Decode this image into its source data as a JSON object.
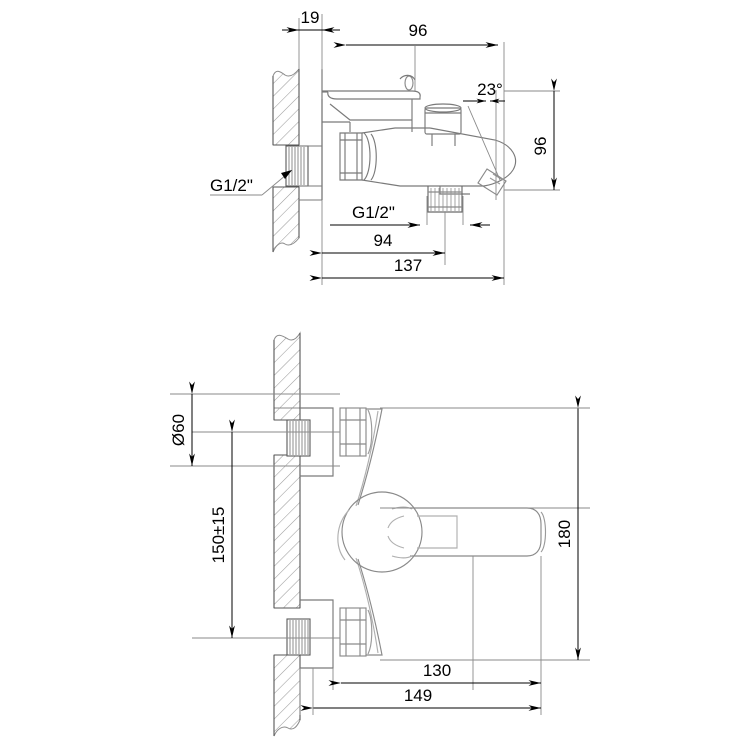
{
  "drawing": {
    "title": "Wall-mounted bath mixer tap technical drawing",
    "sheet_width": 750,
    "sheet_height": 750,
    "line_color": "#1a1a1a",
    "thin_line_color": "#7a7a7a",
    "hatch_color": "#9a9a9a",
    "background": "#ffffff"
  },
  "views": {
    "side": {
      "name": "side-elevation-view",
      "dimensions": {
        "wall_thickness": "19",
        "spout_top_projection": "96",
        "body_height": "96",
        "outlet_angle": "23°",
        "shower_outlet_projection": "94",
        "total_projection": "137",
        "inlet_thread": "G1/2\"",
        "outlet_thread": "G1/2\""
      }
    },
    "front": {
      "name": "front-elevation-view",
      "dimensions": {
        "escutcheon_diameter": "Ø60",
        "inlet_centre_distance": "150±15",
        "body_length": "130",
        "total_length": "149",
        "body_height": "180"
      }
    }
  },
  "labels": {
    "d_19": "19",
    "d_96_top": "96",
    "d_96_right": "96",
    "d_23deg": "23°",
    "d_94": "94",
    "d_137": "137",
    "thread_inlet": "G1/2\"",
    "thread_outlet": "G1/2\"",
    "d_dia60": "Ø60",
    "d_150": "150±15",
    "d_130": "130",
    "d_149": "149",
    "d_180": "180"
  }
}
